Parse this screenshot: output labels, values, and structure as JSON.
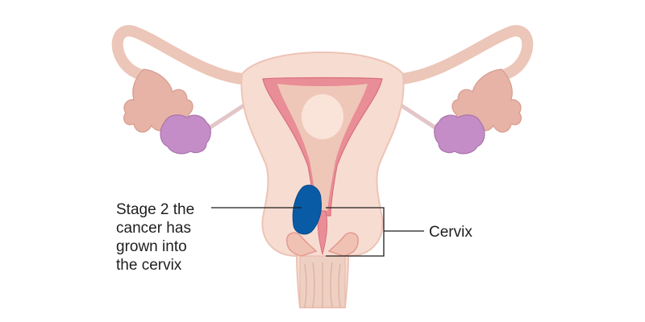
{
  "labels": {
    "tumour_lines": [
      "Stage 2 the",
      "cancer has",
      "grown into",
      "the cervix"
    ],
    "cervix": "Cervix"
  },
  "colors": {
    "uterus_outer": "#f7dcd2",
    "uterus_outline": "#ecc4b6",
    "endometrium": "#e98d96",
    "cavity": "#efc7b8",
    "tube": "#ecc6b8",
    "fimbriae": "#e6b3a6",
    "ovary": "#c48dc7",
    "tumour": "#0a5ba6",
    "leader_line": "#1e1e1e"
  }
}
